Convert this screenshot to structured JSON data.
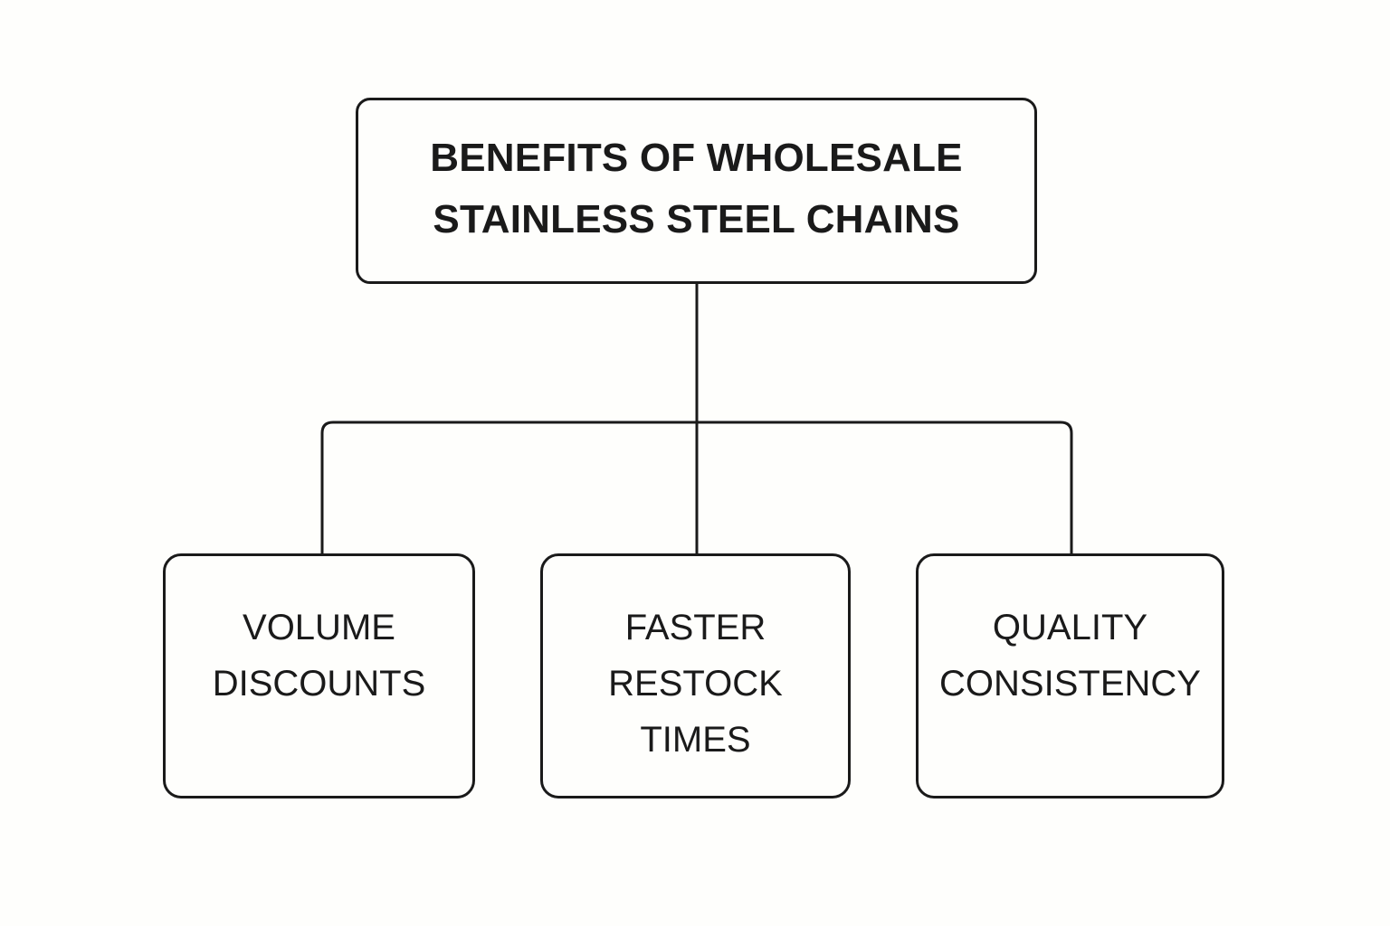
{
  "diagram": {
    "type": "hierarchy-tree",
    "orientation": "top-down",
    "background_color": "#fefefc",
    "line_color": "#1a1a1a",
    "text_color": "#1a1a1a",
    "root": {
      "id": "root",
      "label": "BENEFITS OF WHOLESALE\nSTAINLESS STEEL CHAINS",
      "line1": "BENEFITS OF WHOLESALE",
      "line2": "STAINLESS STEEL CHAINS"
    },
    "children": [
      {
        "id": "volume-discounts",
        "label": "VOLUME\nDISCOUNTS",
        "line1": "VOLUME",
        "line2": "DISCOUNTS"
      },
      {
        "id": "faster-restock-times",
        "label": "FASTER\nRESTOCK\nTIMES",
        "line1": "FASTER",
        "line2": "RESTOCK",
        "line3": "TIMES"
      },
      {
        "id": "quality-consistency",
        "label": "QUALITY\nCONSISTENCY",
        "line1": "QUALITY",
        "line2": "CONSISTENCY"
      }
    ]
  }
}
